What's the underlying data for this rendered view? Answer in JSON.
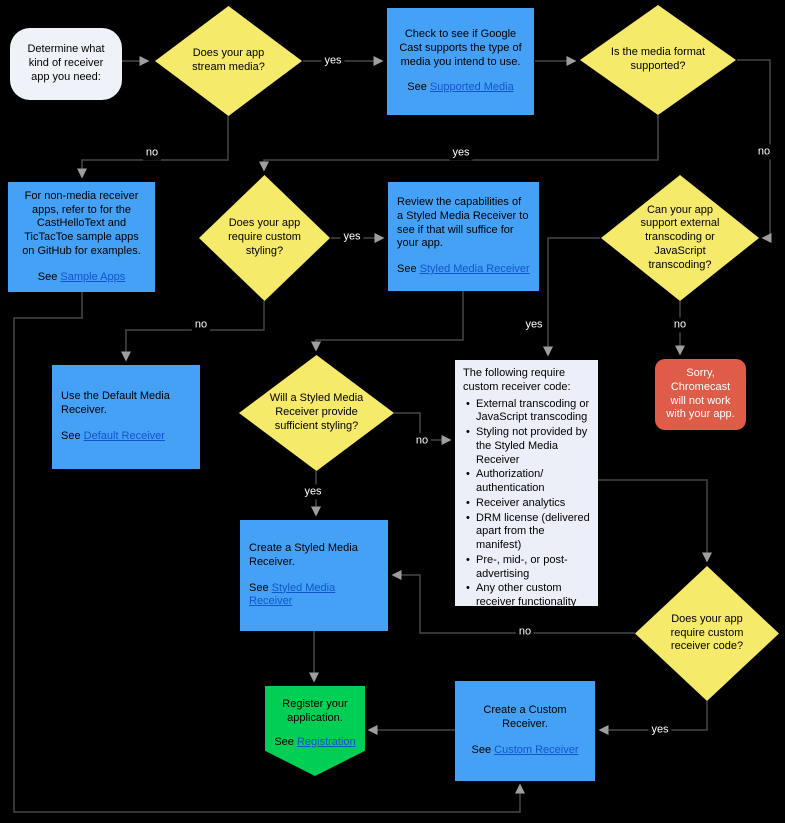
{
  "colors": {
    "background": "#000000",
    "diamond_fill": "#F6EA6B",
    "process_fill": "#45A1F5",
    "start_fill": "#EFF3F9",
    "list_fill": "#EDEFF8",
    "stop_fill": "#DF5C48",
    "register_fill": "#00CE55",
    "link": "#1155CC",
    "edge_line": "#474747",
    "arrowhead": "#9E9E9E",
    "edge_label_text": "#FFFFFF"
  },
  "nodes": {
    "start": {
      "text": "Determine what kind of receiver app you need:"
    },
    "stream_media": {
      "text": "Does your app stream media?"
    },
    "check_supported": {
      "text": "Check to see if Google Cast supports the type of media you intend to use.",
      "see_prefix": "See",
      "link_text": "Supported Media"
    },
    "format_supported": {
      "text": "Is the media format supported?"
    },
    "non_media": {
      "text": "For non-media receiver apps, refer to for the CastHelloText and TicTacToe sample apps on GitHub for examples.",
      "see_prefix": "See",
      "link_text": "Sample Apps"
    },
    "custom_styling": {
      "text": "Does your app require custom styling?"
    },
    "review_styled": {
      "text": "Review the capabilities of a Styled Media Receiver to see if that will suffice for your app.",
      "see_prefix": "See",
      "link_text": "Styled Media Receiver"
    },
    "transcoding": {
      "text": "Can your app support external transcoding or JavaScript transcoding?"
    },
    "default_receiver": {
      "text": "Use the Default Media Receiver.",
      "see_prefix": "See",
      "link_text": "Default Receiver"
    },
    "sufficient_styling": {
      "text": "Will a Styled Media Receiver provide sufficient styling?"
    },
    "sorry": {
      "text": "Sorry, Chromecast will not work with your app."
    },
    "custom_code_list": {
      "title": "The following require custom receiver code:",
      "items": [
        "External transcoding or JavaScript transcoding",
        "Styling not provided by the Styled Media Receiver",
        "Authorization/​authentication",
        "Receiver analytics",
        "DRM license (delivered apart from the manifest)",
        "Pre-, mid-, or post-advertising",
        "Any other custom receiver functionality"
      ]
    },
    "create_styled": {
      "text": "Create a Styled Media Receiver.",
      "see_prefix": "See",
      "link_text": "Styled Media Receiver"
    },
    "custom_code_q": {
      "text": "Does your app require custom receiver code?"
    },
    "register": {
      "text": "Register your application.",
      "see_prefix": "See",
      "link_text": "Registration"
    },
    "create_custom": {
      "text": "Create a Custom Receiver.",
      "see_prefix": "See",
      "link_text": "Custom Receiver"
    }
  },
  "edge_labels": {
    "stream_yes": "yes",
    "stream_no": "no",
    "format_yes": "yes",
    "format_no": "no",
    "styling_yes": "yes",
    "styling_no": "no",
    "transcoding_yes": "yes",
    "transcoding_no": "no",
    "sufficient_yes": "yes",
    "sufficient_no": "no",
    "code_yes": "yes",
    "code_no": "no"
  }
}
